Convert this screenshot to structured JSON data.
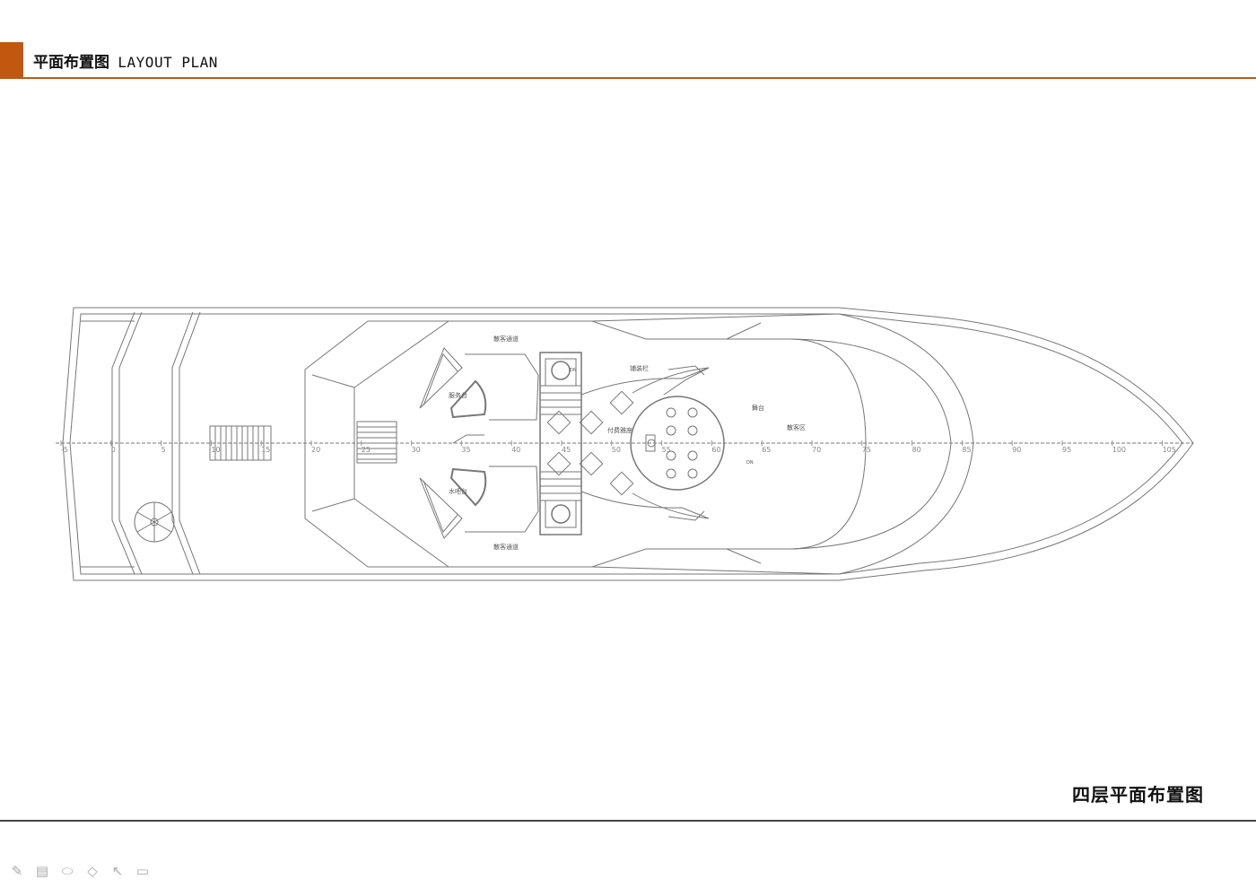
{
  "header": {
    "title_zh": "平面布置图",
    "title_en": "LAYOUT PLAN"
  },
  "colors": {
    "accent": "#c0580f",
    "rule": "#c0580f",
    "line": "#777777"
  },
  "plan": {
    "caption": "四层平面布置图",
    "labels": {
      "walkway_top": "散客通道",
      "walkway_bottom": "散客通道",
      "service_counter": "服务台",
      "water_bar": "水吧台",
      "railing": "铺装栏",
      "stage": "舞台",
      "coffee_area": "付费雅座",
      "guest_area": "散客区",
      "dn1": "DN",
      "dn2": "DN"
    },
    "scale_ticks": [
      "-5",
      "0",
      "5",
      "10",
      "15",
      "20",
      "25",
      "30",
      "35",
      "40",
      "45",
      "50",
      "55",
      "60",
      "65",
      "70",
      "75",
      "80",
      "85",
      "90",
      "95",
      "100",
      "105"
    ]
  },
  "toolbar": {
    "pen": "✎",
    "highlight": "▤",
    "eraser": "⬭",
    "shape": "◇",
    "pointer": "↖",
    "screen": "▭"
  }
}
